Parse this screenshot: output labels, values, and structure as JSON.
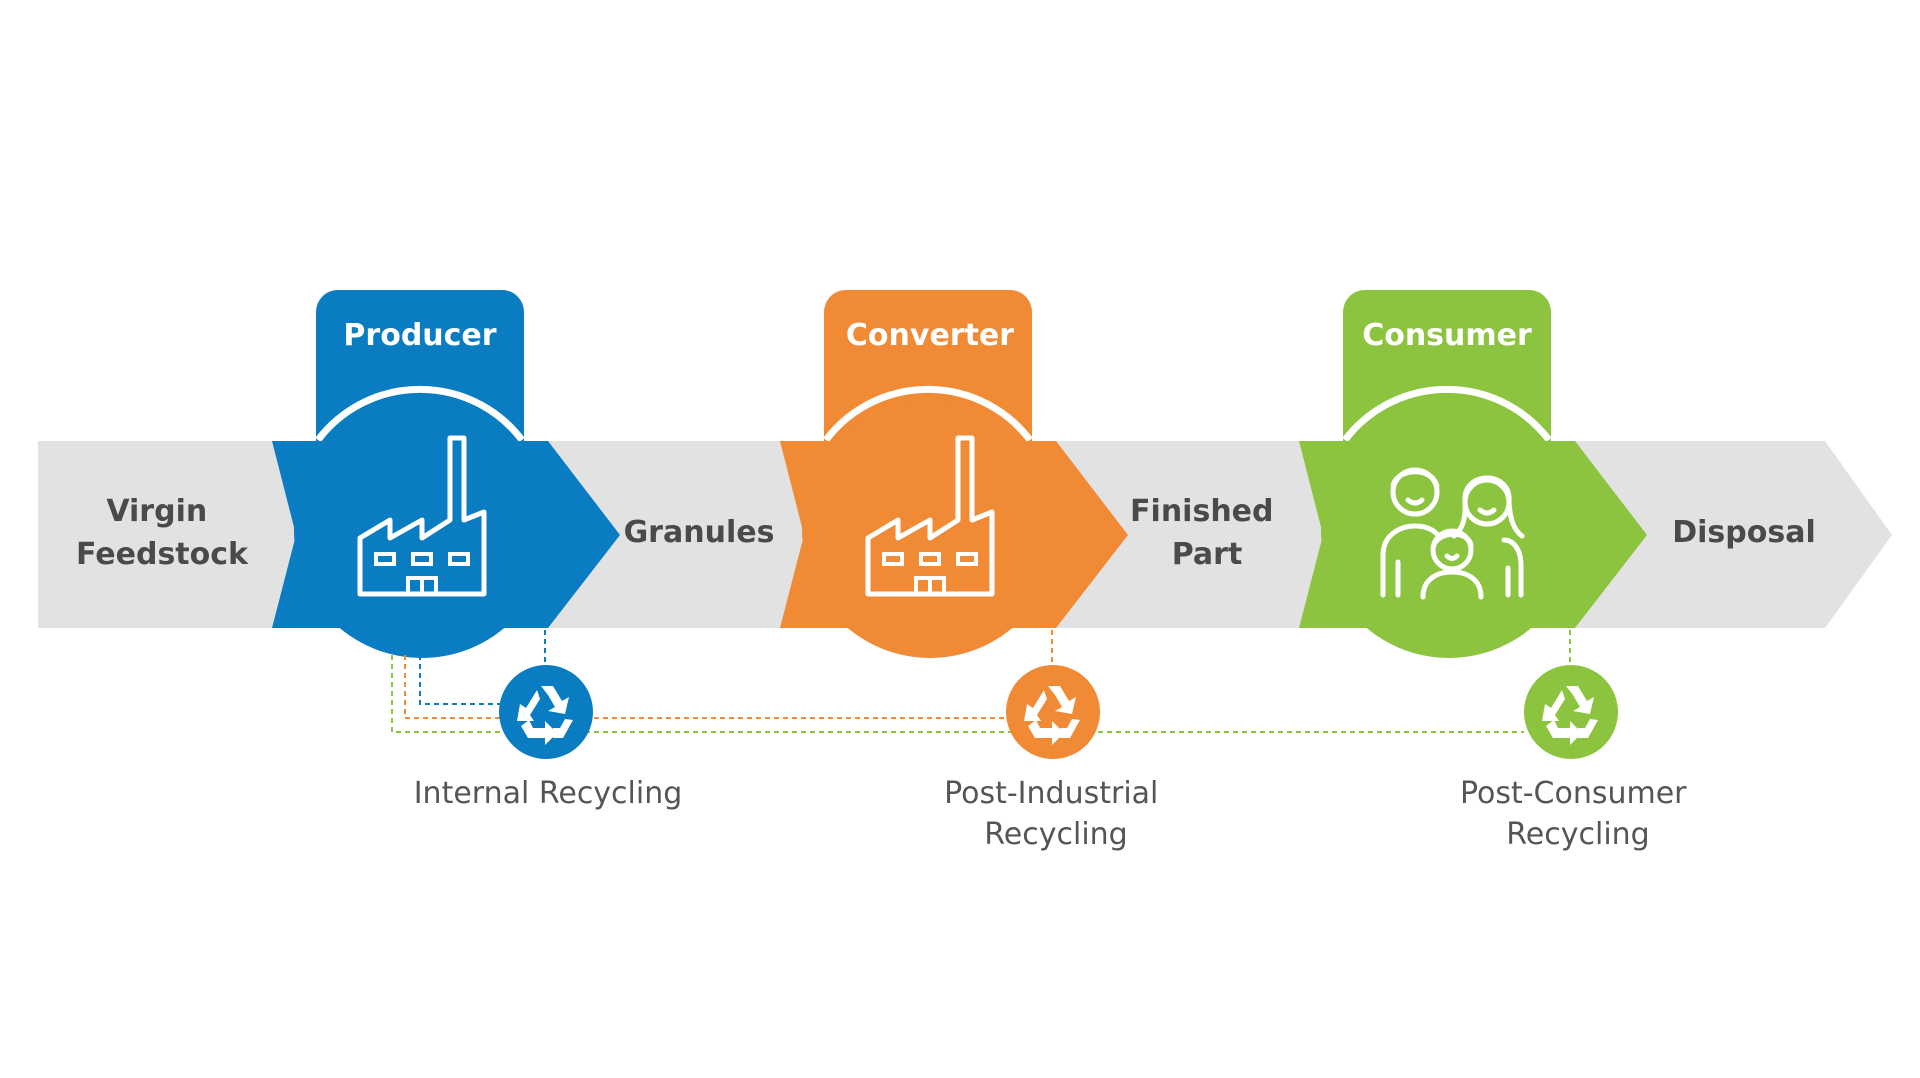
{
  "colors": {
    "arrow_gray": "#e3e2e2",
    "producer": "#0a7cc1",
    "converter": "#f08a35",
    "consumer": "#8cc43f",
    "text": "#4a4a4a"
  },
  "flow_labels": {
    "virgin_line1": "Virgin",
    "virgin_line2": "Feedstock",
    "granules": "Granules",
    "finished_line1": "Finished",
    "finished_line2": "Part",
    "disposal": "Disposal"
  },
  "stages": {
    "producer": {
      "title": "Producer",
      "icon": "factory-icon"
    },
    "converter": {
      "title": "Converter",
      "icon": "factory-icon"
    },
    "consumer": {
      "title": "Consumer",
      "icon": "family-icon"
    }
  },
  "recycling": {
    "internal": {
      "line1": "Internal Recycling",
      "icon": "recycle-icon"
    },
    "post_industrial": {
      "line1": "Post-Industrial",
      "line2": "Recycling",
      "icon": "recycle-icon"
    },
    "post_consumer": {
      "line1": "Post-Consumer",
      "line2": "Recycling",
      "icon": "recycle-icon"
    }
  }
}
